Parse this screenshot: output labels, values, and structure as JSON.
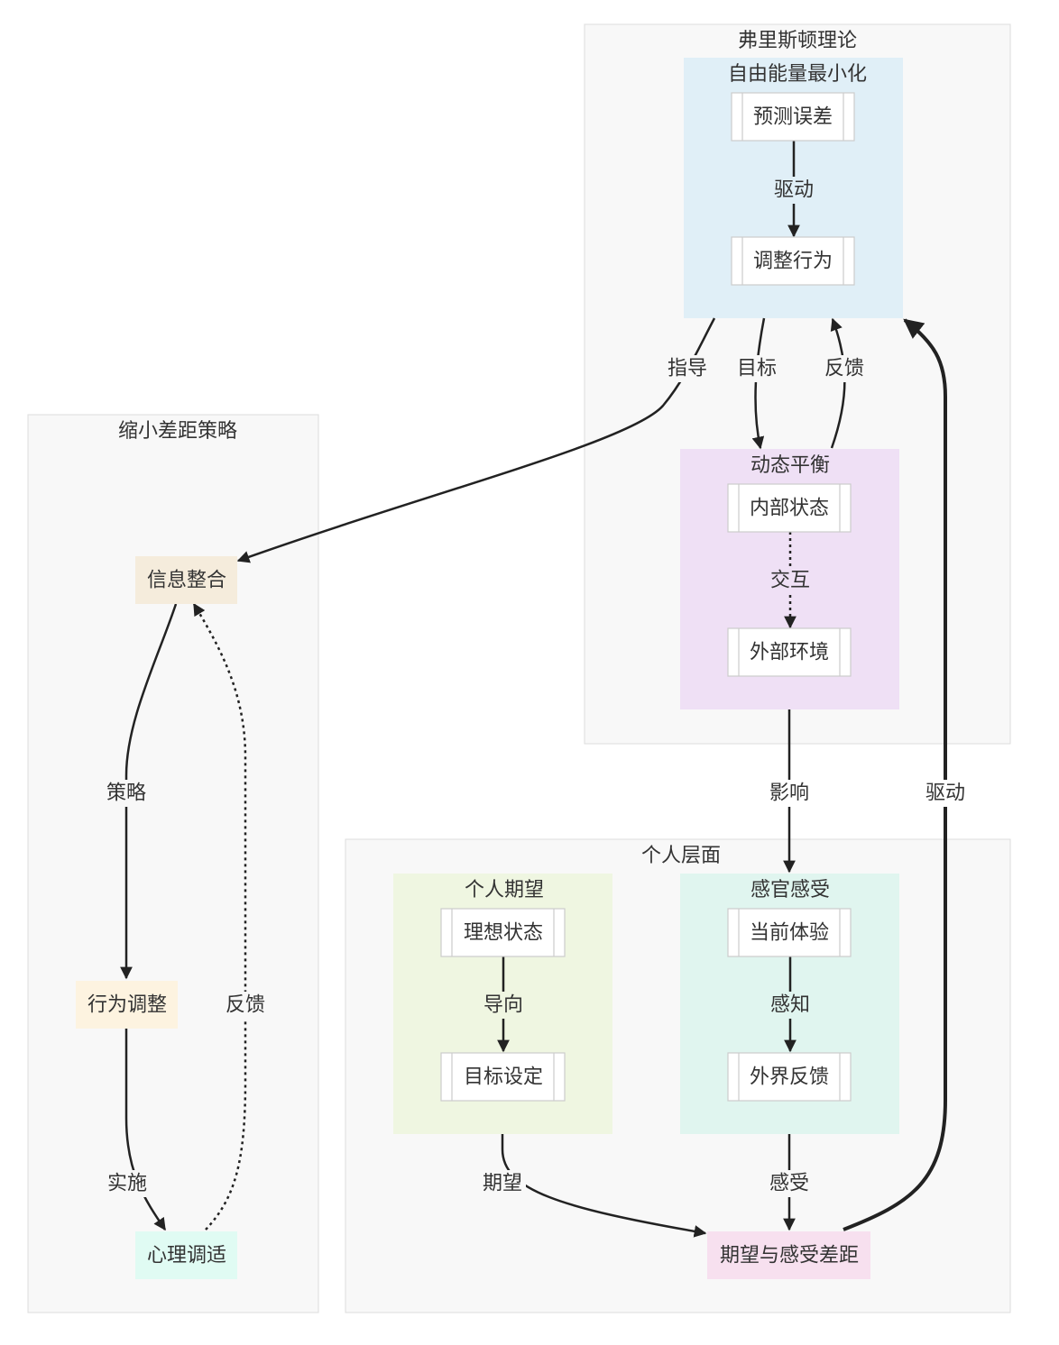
{
  "clusters": {
    "friston": "弗里斯顿理论",
    "free_energy": "自由能量最小化",
    "dynamic_balance": "动态平衡",
    "strategy": "缩小差距策略",
    "personal": "个人层面",
    "expectation": "个人期望",
    "sensory": "感官感受"
  },
  "nodes": {
    "prediction_error": "预测误差",
    "adjust_behavior": "调整行为",
    "internal_state": "内部状态",
    "external_env": "外部环境",
    "info_integration": "信息整合",
    "behavior_adjust": "行为调整",
    "psych_adjust": "心理调适",
    "ideal_state": "理想状态",
    "goal_setting": "目标设定",
    "current_exp": "当前体验",
    "external_feedback": "外界反馈",
    "gap": "期望与感受差距"
  },
  "edges": {
    "drive1": "驱动",
    "guide": "指导",
    "target": "目标",
    "feedback1": "反馈",
    "interact": "交互",
    "influence": "影响",
    "drive2": "驱动",
    "strategy": "策略",
    "feedback2": "反馈",
    "implement": "实施",
    "orient": "导向",
    "perceive": "感知",
    "expect": "期望",
    "feel": "感受"
  },
  "colors": {
    "free_energy_bg": "#e0eff7",
    "dynamic_balance_bg": "#efe0f5",
    "expectation_bg": "#eff6e1",
    "sensory_bg": "#e0f5ef",
    "info_integration_bg": "#f5ecdc",
    "behavior_adjust_bg": "#fdf3e0",
    "psych_adjust_bg": "#e0fbf3",
    "gap_bg": "#f7e0ef"
  }
}
